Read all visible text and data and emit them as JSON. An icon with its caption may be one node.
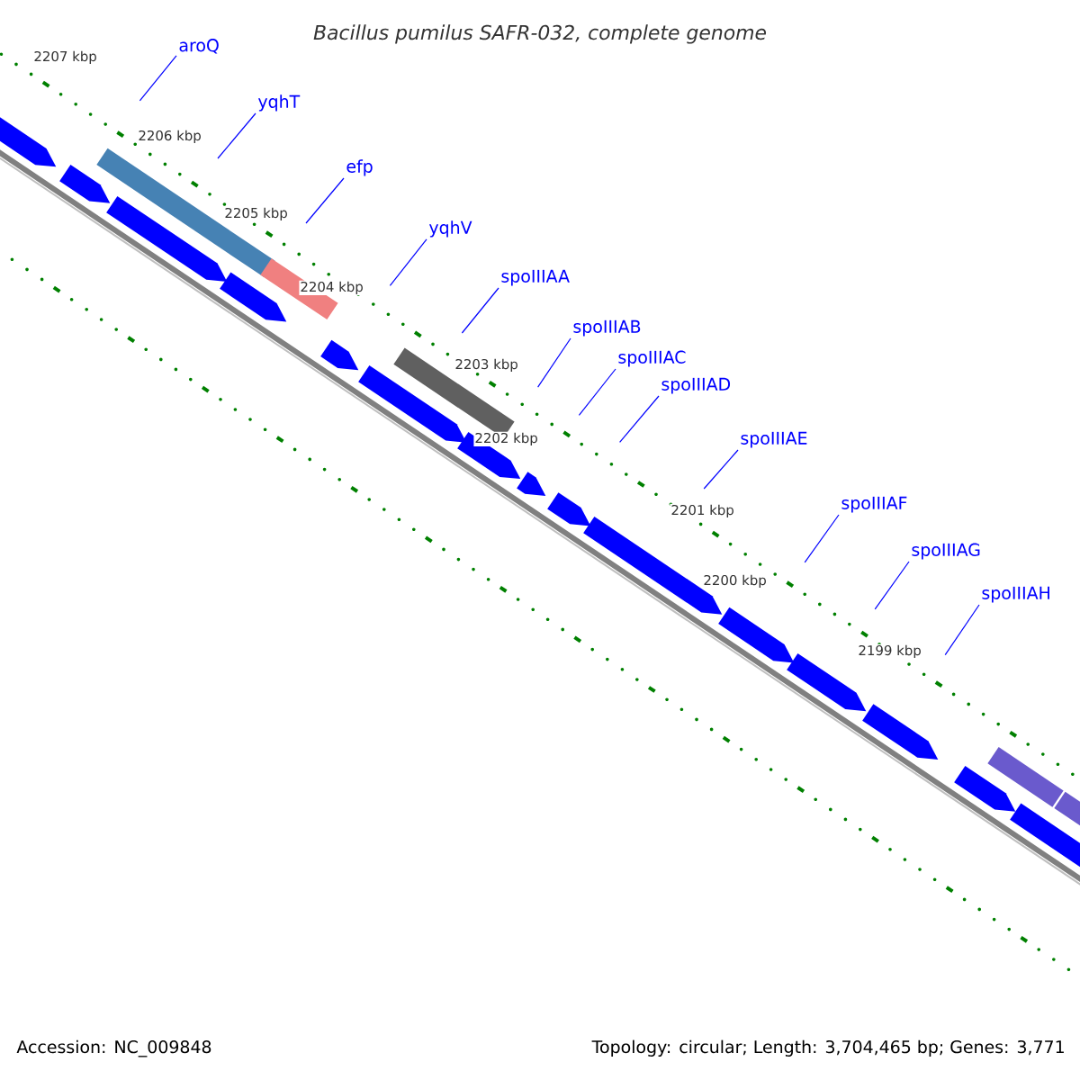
{
  "diagram": {
    "title": "Bacillus pumilus SAFR-032, complete genome",
    "nodes": [
      {
        "text": [
          "aroQ"
        ]
      },
      {
        "text": [
          "yqhT"
        ]
      },
      {
        "text": [
          "efp"
        ]
      },
      {
        "text": [
          "yqhV"
        ]
      },
      {
        "text": [
          "spoIIIAA"
        ]
      },
      {
        "text": [
          "spoIIIAB"
        ]
      },
      {
        "text": [
          "spoIIIAC"
        ]
      },
      {
        "text": [
          "spoIIIAD"
        ]
      },
      {
        "text": [
          "spoIIIAE"
        ]
      },
      {
        "text": [
          "spoIIIAF"
        ]
      },
      {
        "text": [
          "spoIIIAG"
        ]
      },
      {
        "text": [
          "spoIIIAH"
        ]
      }
    ],
    "edges": [
      {
        "from": 0,
        "to": null,
        "arrow": "none"
      },
      {
        "from": 1,
        "to": null,
        "arrow": "none"
      },
      {
        "from": 2,
        "to": null,
        "arrow": "none"
      },
      {
        "from": 3,
        "to": null,
        "arrow": "none"
      },
      {
        "from": 4,
        "to": null,
        "arrow": "none"
      },
      {
        "from": 5,
        "to": null,
        "arrow": "none"
      },
      {
        "from": 6,
        "to": null,
        "arrow": "none"
      },
      {
        "from": 7,
        "to": null,
        "arrow": "none"
      },
      {
        "from": 8,
        "to": null,
        "arrow": "none"
      },
      {
        "from": 9,
        "to": null,
        "arrow": "none"
      },
      {
        "from": 10,
        "to": null,
        "arrow": "none"
      },
      {
        "from": 11,
        "to": null,
        "arrow": "none"
      }
    ],
    "labels": [
      "2207 kbp",
      "2206 kbp",
      "2205 kbp",
      "2204 kbp",
      "2203 kbp",
      "2202 kbp",
      "2201 kbp",
      "2200 kbp",
      "2199 kbp",
      "Accession: NC_009848",
      "Topology: circular; Length: 3,704,465 bp; Genes: 3,771"
    ]
  }
}
